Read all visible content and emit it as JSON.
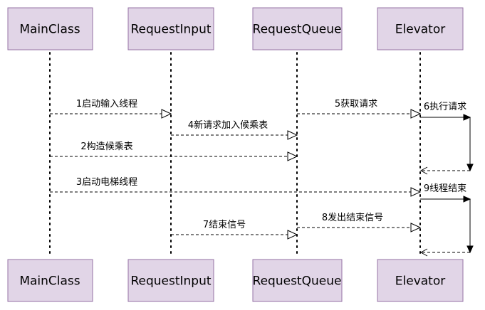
{
  "actors": [
    {
      "id": "main",
      "label": "MainClass"
    },
    {
      "id": "input",
      "label": "RequestInput"
    },
    {
      "id": "queue",
      "label": "RequestQueue"
    },
    {
      "id": "elevator",
      "label": "Elevator"
    }
  ],
  "messages": [
    {
      "id": "m1",
      "label": "1启动输入线程",
      "from": "main",
      "to": "input"
    },
    {
      "id": "m4",
      "label": "4新请求加入候乘表",
      "from": "input",
      "to": "queue"
    },
    {
      "id": "m2",
      "label": "2构造候乘表",
      "from": "main",
      "to": "queue"
    },
    {
      "id": "m3",
      "label": "3启动电梯线程",
      "from": "main",
      "to": "elevator"
    },
    {
      "id": "m5",
      "label": "5获取请求",
      "from": "queue",
      "to": "elevator"
    },
    {
      "id": "m7",
      "label": "7结束信号",
      "from": "input",
      "to": "queue"
    },
    {
      "id": "m8",
      "label": "8发出结束信号",
      "from": "queue",
      "to": "elevator"
    }
  ],
  "self_calls": [
    {
      "id": "s6",
      "label": "6执行请求",
      "actor": "elevator"
    },
    {
      "id": "s9",
      "label": "9线程结束",
      "actor": "elevator"
    }
  ],
  "colors": {
    "actor_fill": "#e1d5e7",
    "actor_stroke": "#9673a6"
  }
}
